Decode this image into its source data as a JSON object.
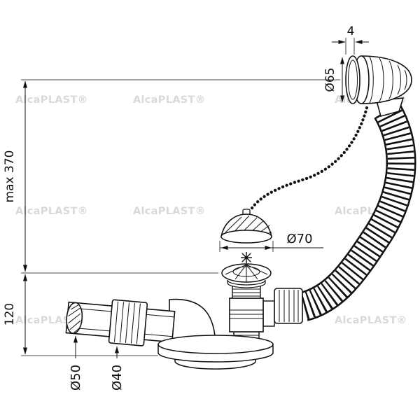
{
  "watermark": "AlcaPLAST®",
  "dimensions": {
    "flange_thickness": "4",
    "cap_diameter": "Ø65",
    "plug_diameter": "Ø70",
    "max_height": "max 370",
    "outlet_height": "120",
    "outlet_pipe_outer": "Ø50",
    "outlet_pipe_inner": "Ø40"
  }
}
